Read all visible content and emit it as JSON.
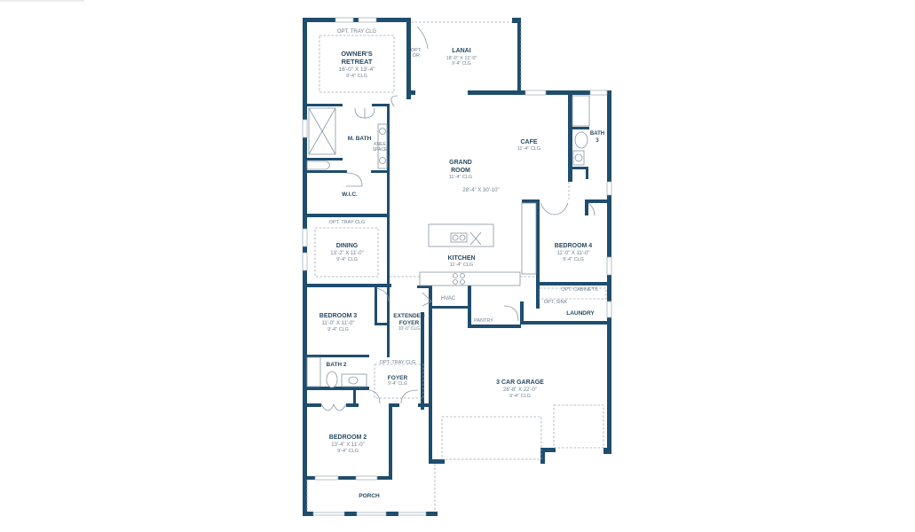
{
  "plan": {
    "wall_color": "#1f4d6e",
    "rooms": {
      "owners_retreat": {
        "name_line1": "OWNER'S",
        "name_line2": "RETREAT",
        "dims": "16'-0\" X 13'-4\"",
        "ceiling": "9'-4\" CLG",
        "note": "OPT. TRAY CLG"
      },
      "lanai": {
        "name": "LANAI",
        "dims": "18'-0\" X 12'-0\"",
        "ceiling": "9'-4\" CLG",
        "opt_dr_1": "OPT.",
        "opt_dr_2": "DR"
      },
      "m_bath": {
        "name": "M. BATH",
        "knee_1": "KNEE",
        "knee_2": "SPACE"
      },
      "wic": {
        "name": "W.I.C."
      },
      "grand_room": {
        "name_line1": "GRAND",
        "name_line2": "ROOM",
        "ceiling": "11'-4\" CLG",
        "dims": "28'-4\" X 30'-10\""
      },
      "cafe": {
        "name": "CAFE",
        "ceiling": "11'-4\" CLG"
      },
      "bath3": {
        "name_line1": "BATH",
        "name_line2": "3"
      },
      "dining": {
        "name": "DINING",
        "dims": "13'-2\" X 11'-0\"",
        "ceiling": "9'-4\" CLG",
        "note": "OPT. TRAY CLG"
      },
      "kitchen": {
        "name": "KITCHEN",
        "ceiling": "11'-4\" CLG"
      },
      "bedroom4": {
        "name": "BEDROOM 4",
        "dims": "11'-0\" X 11'-0\"",
        "ceiling": "9'-4\" CLG"
      },
      "laundry": {
        "name": "LAUNDRY",
        "opt_cabinets": "OPT. CABINETS",
        "opt_sink": "OPT. SINK"
      },
      "hvac": {
        "name": "HVAC"
      },
      "pantry": {
        "name": "PANTRY"
      },
      "bedroom3": {
        "name": "BEDROOM 3",
        "dims": "11'-0\" X 11'-0\"",
        "ceiling": "9'-4\" CLG"
      },
      "extended_foyer": {
        "name_line1": "EXTENDED",
        "name_line2": "FOYER",
        "ceiling": "10'-0\" CLG"
      },
      "bath2": {
        "name": "BATH 2"
      },
      "foyer": {
        "name": "FOYER",
        "ceiling": "9'-4\" CLG",
        "note": "OPT. TRAY CLG"
      },
      "garage": {
        "name": "3 CAR GARAGE",
        "dims": "28'-8\" X 22'-0\"",
        "ceiling": "9'-4\" CLG"
      },
      "bedroom2": {
        "name": "BEDROOM 2",
        "dims": "13'-4\" X 11'-0\"",
        "ceiling": "9'-4\" CLG"
      },
      "porch": {
        "name": "PORCH"
      }
    }
  }
}
